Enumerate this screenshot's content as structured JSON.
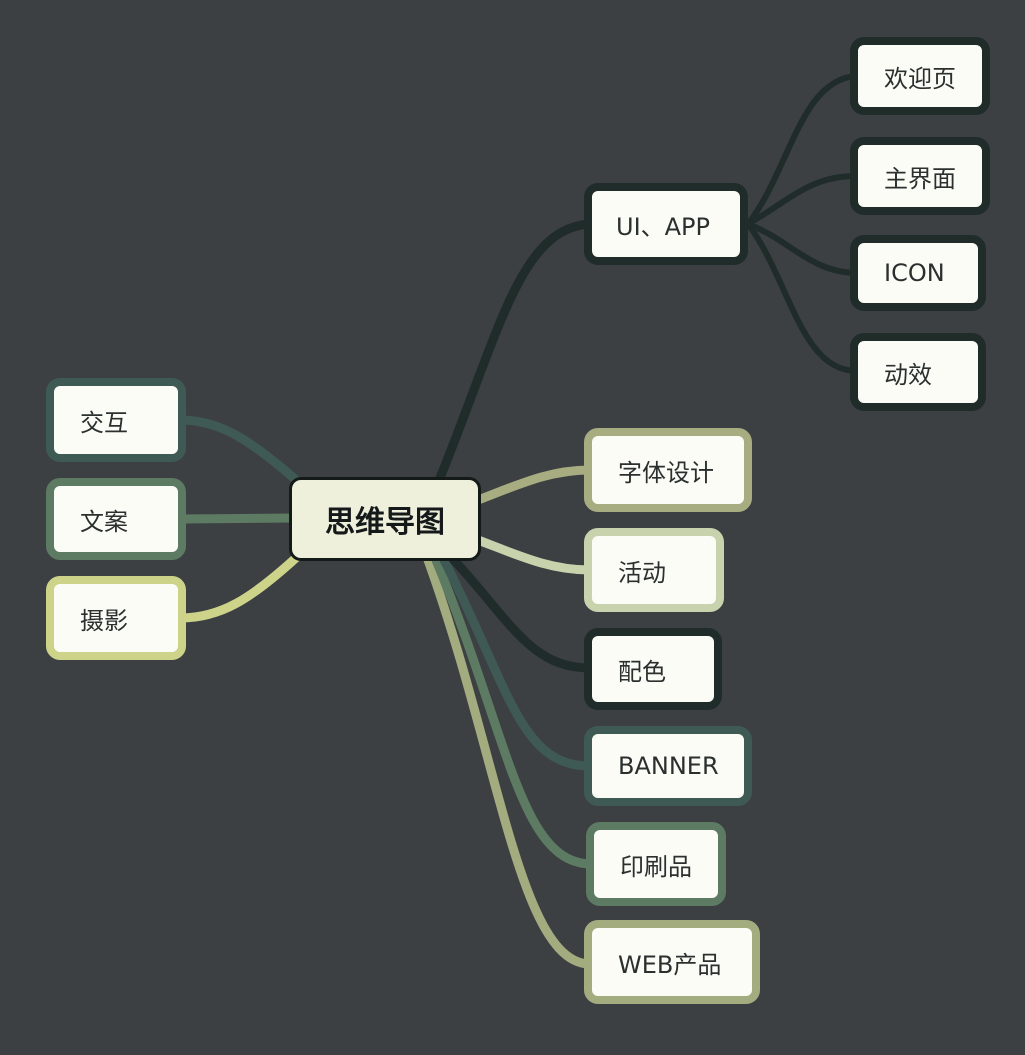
{
  "mindmap": {
    "root": {
      "label": "思维导图"
    },
    "branches": [
      {
        "id": "ui-app",
        "label": "UI、APP",
        "color": "#1f2c2a",
        "children": [
          {
            "label": "欢迎页"
          },
          {
            "label": "主界面"
          },
          {
            "label": "ICON"
          },
          {
            "label": "动效"
          }
        ]
      },
      {
        "id": "font",
        "label": "字体设计",
        "color": "#a7ad80"
      },
      {
        "id": "event",
        "label": "活动",
        "color": "#c8d3ae"
      },
      {
        "id": "color",
        "label": "配色",
        "color": "#1f2c2a"
      },
      {
        "id": "banner",
        "label": "BANNER",
        "color": "#3f5a55"
      },
      {
        "id": "print",
        "label": "印刷品",
        "color": "#5d7a62"
      },
      {
        "id": "web",
        "label": "WEB产品",
        "color": "#a3ac7f"
      },
      {
        "id": "interaction",
        "label": "交互",
        "color": "#3f5a55"
      },
      {
        "id": "copy",
        "label": "文案",
        "color": "#5d7a62"
      },
      {
        "id": "photo",
        "label": "摄影",
        "color": "#cdd48a"
      }
    ]
  }
}
